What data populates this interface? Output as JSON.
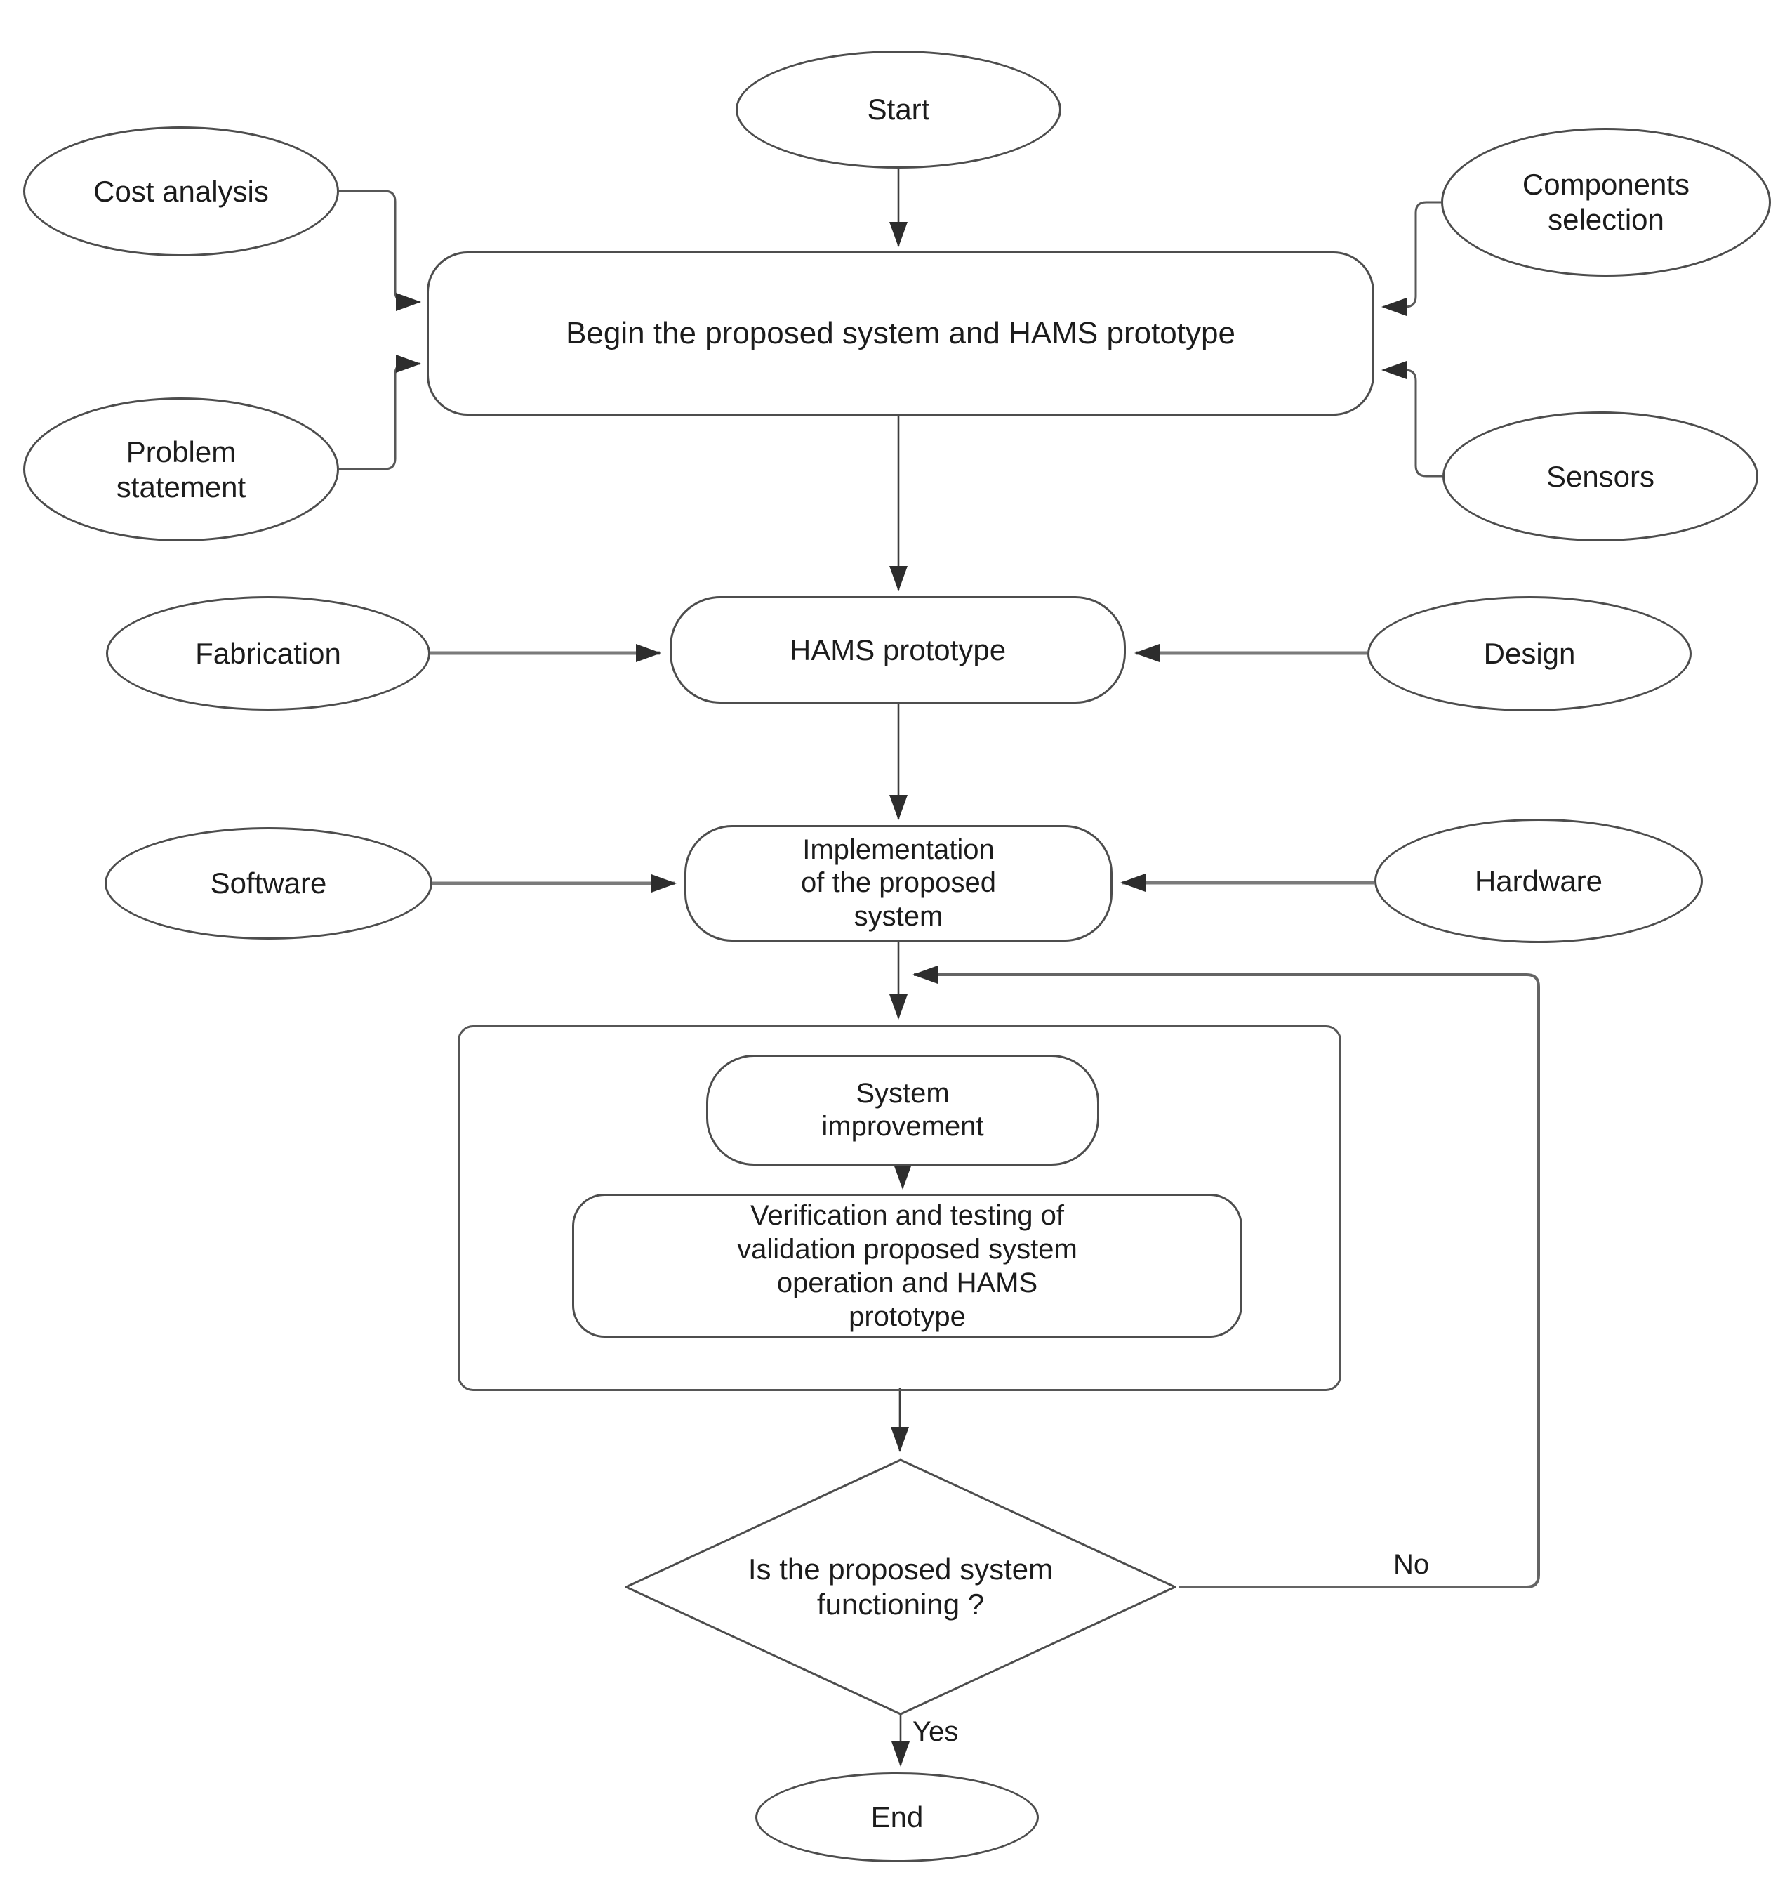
{
  "diagram": {
    "type": "flowchart",
    "nodes": {
      "start": {
        "label": "Start",
        "shape": "ellipse"
      },
      "cost_analysis": {
        "label": "Cost analysis",
        "shape": "ellipse"
      },
      "components_selection": {
        "label": "Components\nselection",
        "shape": "ellipse"
      },
      "begin": {
        "label": "Begin the proposed system and HAMS prototype",
        "shape": "rounded-rect"
      },
      "problem_statement": {
        "label": "Problem\nstatement",
        "shape": "ellipse"
      },
      "sensors": {
        "label": "Sensors",
        "shape": "ellipse"
      },
      "fabrication": {
        "label": "Fabrication",
        "shape": "ellipse"
      },
      "hams_prototype": {
        "label": "HAMS prototype",
        "shape": "rounded-rect"
      },
      "design": {
        "label": "Design",
        "shape": "ellipse"
      },
      "software": {
        "label": "Software",
        "shape": "ellipse"
      },
      "implementation": {
        "label": "Implementation\nof the proposed\nsystem",
        "shape": "rounded-rect"
      },
      "hardware": {
        "label": "Hardware",
        "shape": "ellipse"
      },
      "system_improvement": {
        "label": "System\nimprovement",
        "shape": "rounded-rect"
      },
      "verification": {
        "label": "Verification and testing of\nvalidation proposed system\noperation and HAMS\nprototype",
        "shape": "rounded-rect"
      },
      "decision": {
        "label": "Is the proposed system\nfunctioning ?",
        "shape": "diamond"
      },
      "end": {
        "label": "End",
        "shape": "ellipse"
      }
    },
    "edge_labels": {
      "yes": "Yes",
      "no": "No"
    },
    "colors": {
      "background": "#ffffff",
      "shape_fill": "#ffffff",
      "shape_stroke": "#4d4d4d",
      "connector": "#6e6e6e",
      "arrowhead": "#2d2d2d",
      "text": "#1c1c1c"
    }
  }
}
